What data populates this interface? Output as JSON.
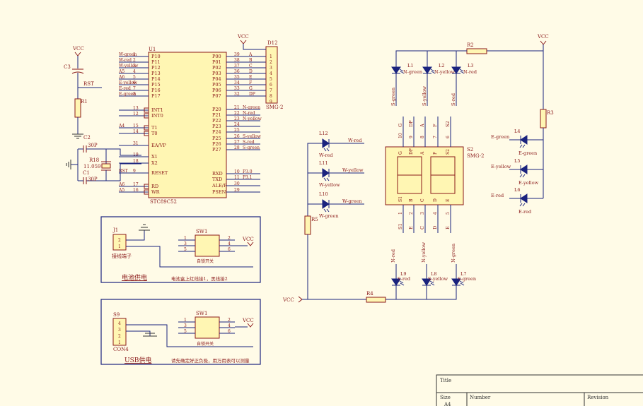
{
  "mcu": {
    "ref": "U1",
    "part": "STC89C52",
    "left_pins": [
      {
        "num": "1",
        "name": "P10",
        "net": "W-green"
      },
      {
        "num": "2",
        "name": "P11",
        "net": "W-red"
      },
      {
        "num": "3",
        "name": "P12",
        "net": "W-yellow"
      },
      {
        "num": "4",
        "name": "P13",
        "net": "A5"
      },
      {
        "num": "5",
        "name": "P14",
        "net": "A6"
      },
      {
        "num": "6",
        "name": "P15",
        "net": "E-yellow"
      },
      {
        "num": "7",
        "name": "P16",
        "net": "E-red"
      },
      {
        "num": "8",
        "name": "P17",
        "net": "E-green"
      },
      {
        "num": "13",
        "name": "INT1",
        "net": ""
      },
      {
        "num": "12",
        "name": "INT0",
        "net": ""
      },
      {
        "num": "15",
        "name": "T1",
        "net": "A4"
      },
      {
        "num": "14",
        "name": "T0",
        "net": ""
      },
      {
        "num": "31",
        "name": "EA/VP",
        "net": ""
      },
      {
        "num": "19",
        "name": "X1",
        "net": ""
      },
      {
        "num": "18",
        "name": "X2",
        "net": ""
      },
      {
        "num": "9",
        "name": "RESET",
        "net": "RST"
      },
      {
        "num": "17",
        "name": "RD",
        "net": "A6"
      },
      {
        "num": "16",
        "name": "WR",
        "net": "A5"
      }
    ],
    "right_pins": [
      {
        "num": "39",
        "name": "P00",
        "net": "A"
      },
      {
        "num": "38",
        "name": "P01",
        "net": "B"
      },
      {
        "num": "37",
        "name": "P02",
        "net": "C"
      },
      {
        "num": "36",
        "name": "P03",
        "net": "D"
      },
      {
        "num": "35",
        "name": "P04",
        "net": "E"
      },
      {
        "num": "34",
        "name": "P05",
        "net": "F"
      },
      {
        "num": "33",
        "name": "P06",
        "net": "G"
      },
      {
        "num": "32",
        "name": "P07",
        "net": "DP"
      },
      {
        "num": "21",
        "name": "P20",
        "net": "N-green"
      },
      {
        "num": "22",
        "name": "P21",
        "net": "N-red"
      },
      {
        "num": "23",
        "name": "P22",
        "net": "N-yellow"
      },
      {
        "num": "24",
        "name": "P23",
        "net": ""
      },
      {
        "num": "25",
        "name": "P24",
        "net": ""
      },
      {
        "num": "26",
        "name": "P25",
        "net": "S-yellow"
      },
      {
        "num": "27",
        "name": "P26",
        "net": "S-red"
      },
      {
        "num": "28",
        "name": "P27",
        "net": "S-green"
      },
      {
        "num": "10",
        "name": "RXD",
        "net": "P3.0"
      },
      {
        "num": "11",
        "name": "TXD",
        "net": "P3.1"
      },
      {
        "num": "30",
        "name": "ALE/P",
        "net": ""
      },
      {
        "num": "29",
        "name": "PSEN",
        "net": ""
      }
    ]
  },
  "header_d12": {
    "ref": "D12",
    "part": "SMG-2",
    "pins": [
      "1",
      "2",
      "3",
      "4",
      "5",
      "6",
      "7",
      "8",
      "9"
    ],
    "vcc": "VCC"
  },
  "reset": {
    "vcc": "VCC",
    "cap": "C3",
    "net": "RST",
    "res": "R1"
  },
  "crystal": {
    "c2": "C2",
    "c2_val": "30P",
    "c1": "C1",
    "c1_val": "30P",
    "xtal": "R18",
    "xtal_val": "11.059"
  },
  "battery": {
    "conn": "J1",
    "conn_pins": [
      "2",
      "1"
    ],
    "conn_label": "接线端子",
    "sw": "SW1",
    "sw_pins_l": [
      "1",
      "3",
      "5"
    ],
    "sw_pins_r": [
      "2",
      "4",
      "6"
    ],
    "sw_label": "自锁开关",
    "vcc": "VCC",
    "title": "电池供电",
    "note": "电池盒上红线接1，黑线接2"
  },
  "usb": {
    "conn": "S9",
    "conn_pins": [
      "4",
      "3",
      "2",
      "1"
    ],
    "conn_part": "CON4",
    "sw": "SW1",
    "sw_pins_l": [
      "1",
      "3",
      "5"
    ],
    "sw_pins_r": [
      "2",
      "4",
      "6"
    ],
    "sw_label": "自锁开关",
    "vcc": "VCC",
    "title": "USB供电",
    "note": "请先确定好正负极，用万用表可以测量"
  },
  "north_leds": {
    "vcc": "VCC",
    "res": "R2",
    "items": [
      {
        "ref": "L1",
        "label": "N-green"
      },
      {
        "ref": "L2",
        "label": "N-yellow"
      },
      {
        "ref": "L3",
        "label": "N-red"
      }
    ],
    "nets": [
      "S-green",
      "S-yellow",
      "S-red"
    ]
  },
  "west_leds": {
    "res": "R5",
    "items": [
      {
        "ref": "L12",
        "label": "W-red",
        "net": "W-red"
      },
      {
        "ref": "L11",
        "label": "W-yellow",
        "net": "W-yellow"
      },
      {
        "ref": "L10",
        "label": "W-green",
        "net": "W-green"
      }
    ]
  },
  "east_leds": {
    "res": "R3",
    "items": [
      {
        "ref": "L4",
        "label": "E-green",
        "net": "E-green"
      },
      {
        "ref": "L5",
        "label": "E-yellow",
        "net": "E-yellow"
      },
      {
        "ref": "L6",
        "label": "E-red",
        "net": "E-red"
      }
    ]
  },
  "south_leds": {
    "res": "R4",
    "vcc": "VCC",
    "nets": [
      "N-red",
      "N-yellow",
      "N-green"
    ],
    "items": [
      {
        "ref": "L9",
        "label": "S-red"
      },
      {
        "ref": "L8",
        "label": "S-yellow"
      },
      {
        "ref": "L7",
        "label": "S-green"
      }
    ]
  },
  "display": {
    "ref": "S2",
    "part": "SMG-2",
    "top_pins": [
      {
        "num": "10",
        "net": "G"
      },
      {
        "num": "9",
        "net": "DP"
      },
      {
        "num": "8",
        "net": "A"
      },
      {
        "num": "7",
        "net": "F"
      },
      {
        "num": "6",
        "net": "S2"
      }
    ],
    "top_inner": [
      "G",
      "DP",
      "A",
      "F",
      "S2"
    ],
    "bot_pins": [
      {
        "num": "1",
        "net": "S1"
      },
      {
        "num": "2",
        "net": "E"
      },
      {
        "num": "3",
        "net": "C"
      },
      {
        "num": "4",
        "net": "D"
      },
      {
        "num": "5",
        "net": "E"
      }
    ],
    "bot_inner": [
      "S1",
      "B",
      "C",
      "D",
      "E"
    ]
  },
  "title_block": {
    "title": "Title",
    "size": "Size",
    "size_val": "A4",
    "number": "Number",
    "revision": "Revision"
  }
}
